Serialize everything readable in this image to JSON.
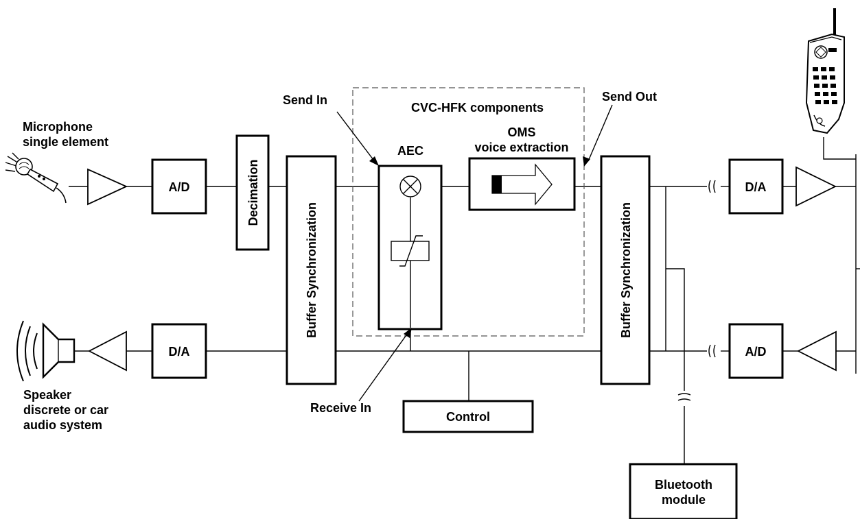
{
  "diagram": {
    "mic": {
      "line1": "Microphone",
      "line2": "single element"
    },
    "speaker": {
      "line1": "Speaker",
      "line2": "discrete or car",
      "line3": "audio system"
    },
    "blocks": {
      "ad_left": "A/D",
      "da_left": "D/A",
      "decimation": "Decimation",
      "buffer_left": "Buffer Synchronization",
      "buffer_right": "Buffer Synchronization",
      "aec": "AEC",
      "oms_line1": "OMS",
      "oms_line2": "voice extraction",
      "control": "Control",
      "da_right": "D/A",
      "ad_right": "A/D",
      "bluetooth_line1": "Bluetooth",
      "bluetooth_line2": "module"
    },
    "labels": {
      "send_in": "Send In",
      "send_out": "Send Out",
      "receive_in": "Receive In",
      "cvc_group": "CVC-HFK components"
    }
  }
}
